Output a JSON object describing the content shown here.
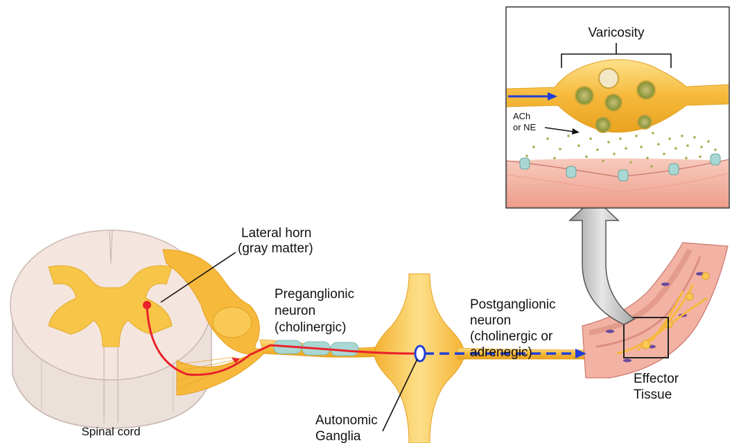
{
  "labels": {
    "varicosity": "Varicosity",
    "ach_line1": "ACh",
    "ach_line2": "or NE",
    "lateral_horn_line1": "Lateral horn",
    "lateral_horn_line2": "(gray matter)",
    "preganglionic_line1": "Preganglionic",
    "preganglionic_line2": "neuron",
    "preganglionic_line3": "(cholinergic)",
    "postganglionic_line1": "Postganglionic",
    "postganglionic_line2": "neuron",
    "postganglionic_line3": "(cholinergic or",
    "postganglionic_line4": "adrenegic)",
    "effector_line1": "Effector",
    "effector_line2": "Tissue",
    "spinal_cord": "Spinal cord",
    "ganglia_line1": "Autonomic",
    "ganglia_line2": "Ganglia"
  },
  "colors": {
    "nerve": "#f6b93b",
    "nerve_light": "#fbd46a",
    "gray_matter": "#f7c548",
    "cord_fill": "#f3e4dc",
    "preganglionic": "#e8222b",
    "postganglionic": "#1f3fd8",
    "myelin": "#a9d8d4",
    "tissue": "#f2b3a4",
    "vesicle": "#8a9a3a"
  }
}
